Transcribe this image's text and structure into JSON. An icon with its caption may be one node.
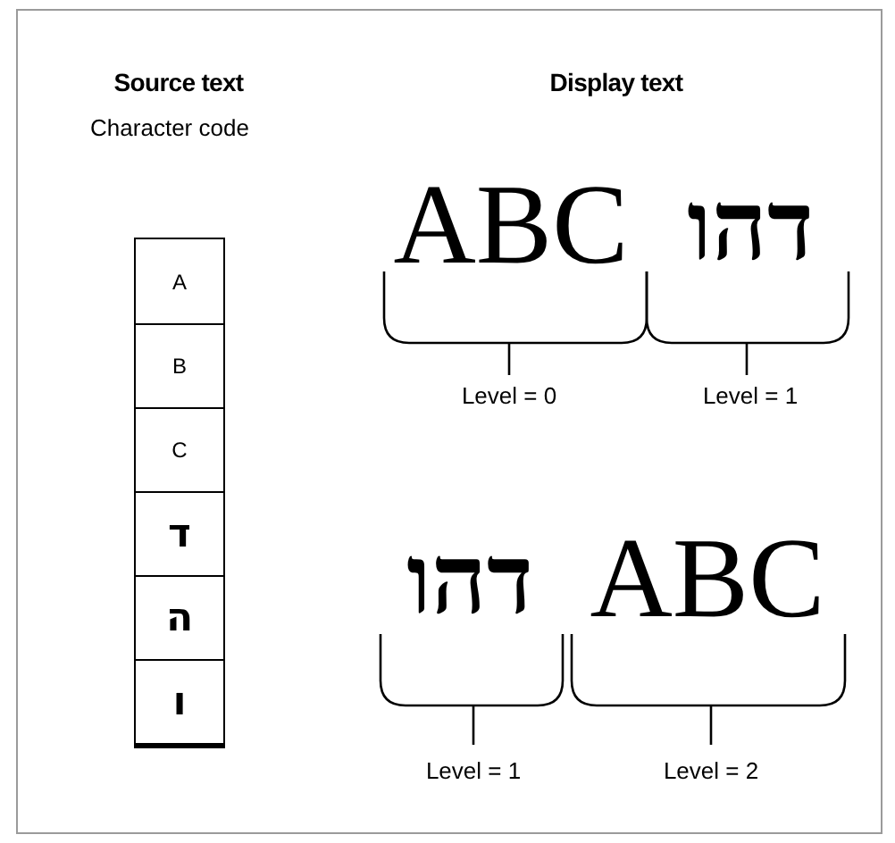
{
  "diagram": {
    "nodes": [
      {
        "text": [
          "A"
        ]
      },
      {
        "text": [
          "B"
        ]
      },
      {
        "text": [
          "C"
        ]
      },
      {
        "text": [
          "ד"
        ]
      },
      {
        "text": [
          "ה"
        ]
      },
      {
        "text": [
          "ו"
        ]
      }
    ],
    "labels": [
      "Source text",
      "Display text",
      "Character code",
      "ABC",
      "דהו",
      "Level = 0",
      "Level = 1",
      "דהו",
      "ABC",
      "Level = 1",
      "Level = 2"
    ]
  }
}
